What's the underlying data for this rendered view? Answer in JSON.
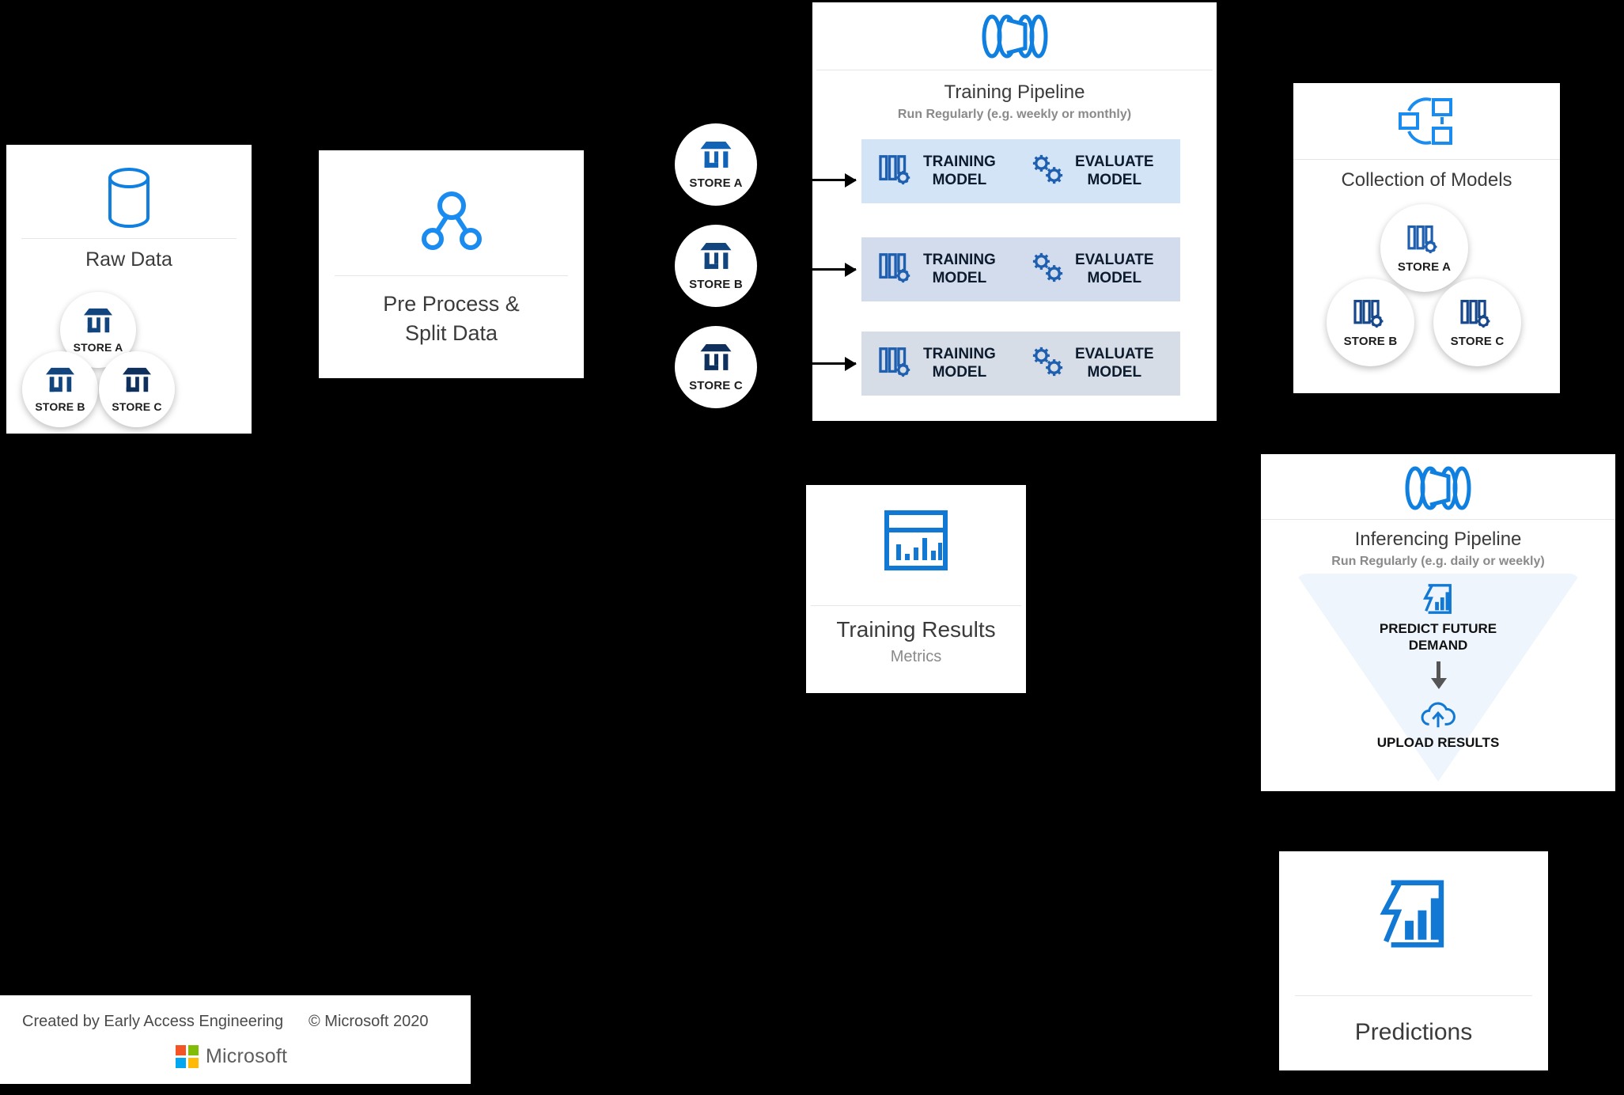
{
  "colors": {
    "background": "#000000",
    "card": "#ffffff",
    "accent_blue": "#0f7fe0",
    "store_dark_blue": "#12457e",
    "store_mid_blue": "#1262b5",
    "model_icon_blue": "#1f5fb0",
    "row_blue_1": "#d4e4f7",
    "row_blue_2": "#d3dcec",
    "row_blue_3": "#d6dde6",
    "triangle_fill": "#eef5fd",
    "divider": "#e6e6e6",
    "text_dark": "#3b3b3b",
    "text_muted": "#8a8a8a"
  },
  "raw_data": {
    "title": "Raw Data",
    "icon": "database-icon",
    "stores": [
      {
        "label": "STORE A",
        "icon": "store-icon"
      },
      {
        "label": "STORE B",
        "icon": "store-icon"
      },
      {
        "label": "STORE C",
        "icon": "store-icon"
      }
    ]
  },
  "pre_process": {
    "title_line1": "Pre Process &",
    "title_line2": "Split Data",
    "icon": "split-node-icon"
  },
  "store_feeds": [
    {
      "label": "STORE A",
      "icon": "store-icon"
    },
    {
      "label": "STORE B",
      "icon": "store-icon"
    },
    {
      "label": "STORE C",
      "icon": "store-icon"
    }
  ],
  "training_pipeline": {
    "title": "Training Pipeline",
    "subtitle": "Run Regularly (e.g. weekly or monthly)",
    "icon": "pipeline-icon",
    "rows": [
      {
        "train_label": "TRAINING\nMODEL",
        "train_icon": "model-gear-icon",
        "eval_label": "EVALUATE\nMODEL",
        "eval_icon": "gears-icon"
      },
      {
        "train_label": "TRAINING\nMODEL",
        "train_icon": "model-gear-icon",
        "eval_label": "EVALUATE\nMODEL",
        "eval_icon": "gears-icon"
      },
      {
        "train_label": "TRAINING\nMODEL",
        "train_icon": "model-gear-icon",
        "eval_label": "EVALUATE\nMODEL",
        "eval_icon": "gears-icon"
      }
    ]
  },
  "collection_of_models": {
    "title": "Collection of Models",
    "icon": "model-network-icon",
    "models": [
      {
        "label": "STORE A",
        "icon": "model-gear-icon"
      },
      {
        "label": "STORE B",
        "icon": "model-gear-icon"
      },
      {
        "label": "STORE C",
        "icon": "model-gear-icon"
      }
    ]
  },
  "training_results": {
    "title": "Training Results",
    "subtitle": "Metrics",
    "icon": "bar-chart-window-icon"
  },
  "inferencing_pipeline": {
    "title": "Inferencing Pipeline",
    "subtitle": "Run Regularly (e.g. daily or weekly)",
    "icon": "pipeline-icon",
    "steps": [
      {
        "label": "PREDICT FUTURE\nDEMAND",
        "icon": "forecast-chart-icon"
      },
      {
        "label": "UPLOAD RESULTS",
        "icon": "cloud-upload-icon"
      }
    ]
  },
  "predictions": {
    "title": "Predictions",
    "icon": "forecast-chart-icon"
  },
  "footer": {
    "created_by": "Created by Early Access Engineering",
    "copyright": "© Microsoft 2020",
    "brand": "Microsoft",
    "logo_colors": [
      "#f35325",
      "#81bc06",
      "#05a6f0",
      "#ffba08"
    ]
  }
}
